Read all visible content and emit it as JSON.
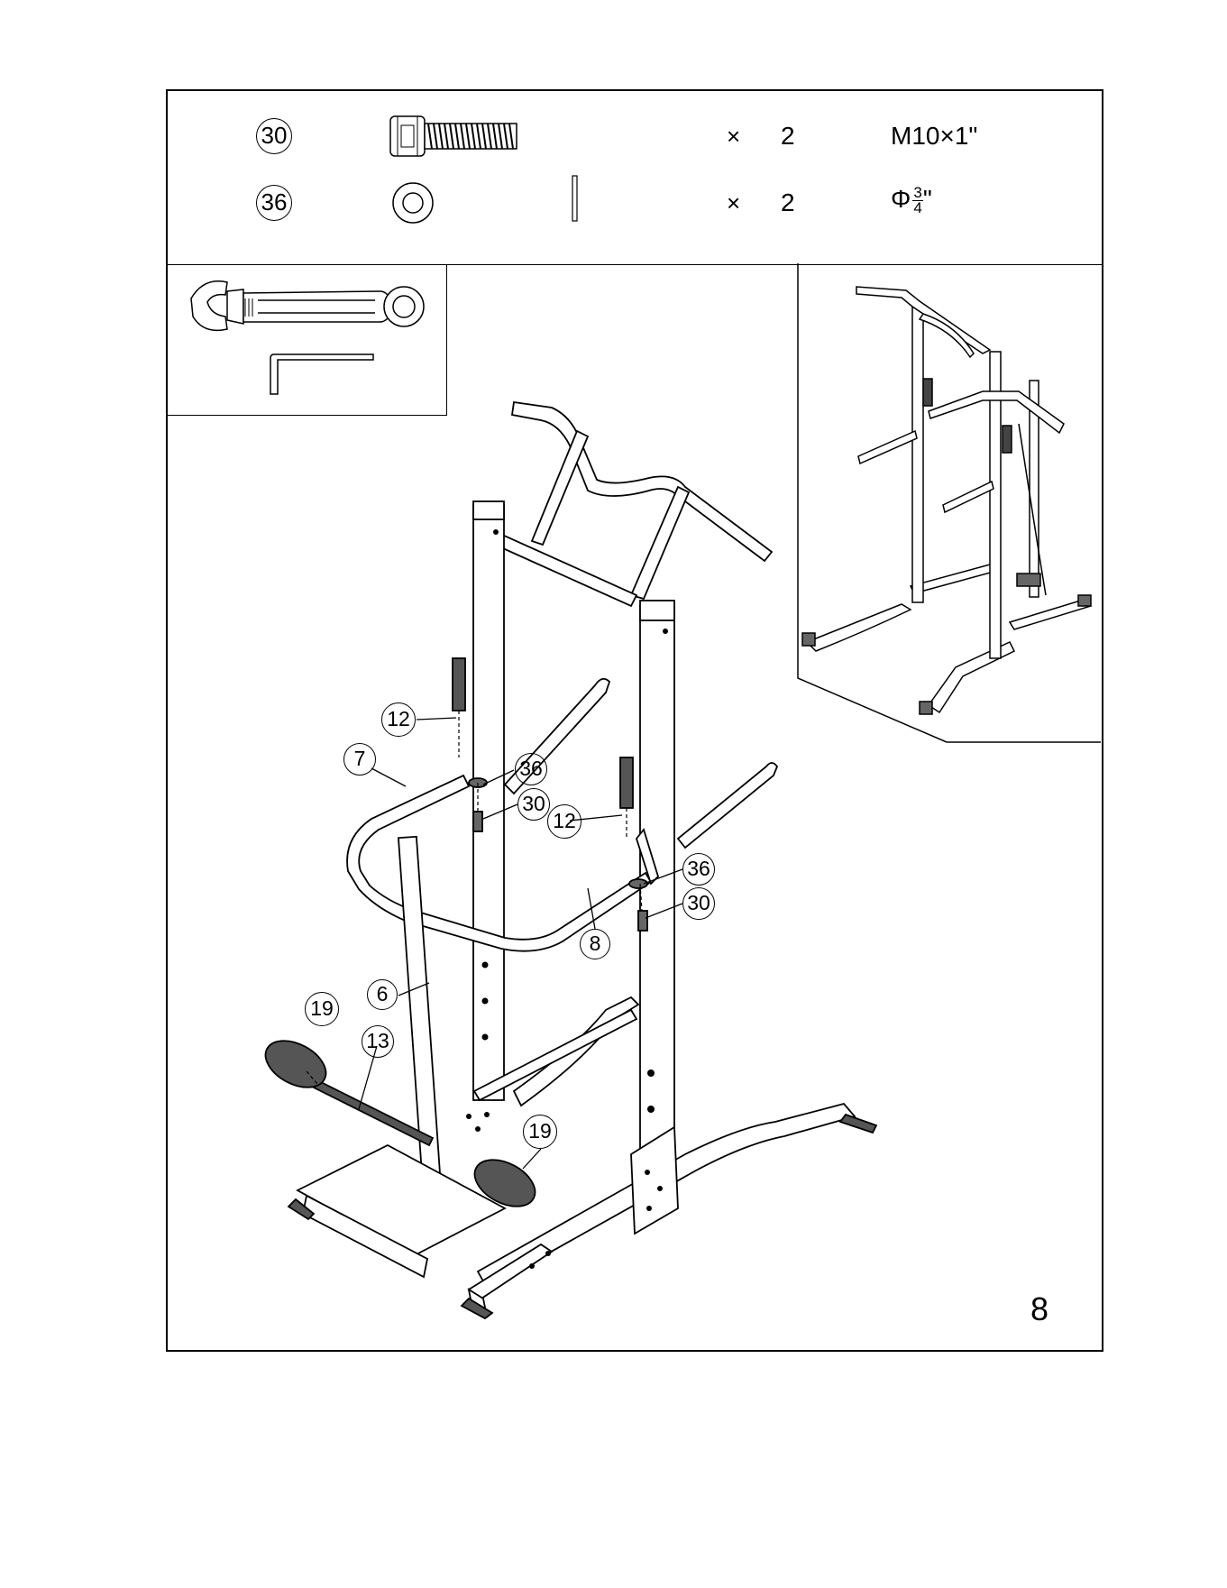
{
  "parts": [
    {
      "number": "30",
      "quantity_sign": "×",
      "quantity": "2",
      "spec": "M10×1\"",
      "icon": "bolt-icon"
    },
    {
      "number": "36",
      "quantity_sign": "×",
      "quantity": "2",
      "spec_prefix": "Φ",
      "spec_num": "3",
      "spec_den": "4",
      "spec_suffix": "\"",
      "icon": "washer-icon"
    }
  ],
  "tools": [
    "adjustable-wrench-icon",
    "allen-key-icon"
  ],
  "callouts": [
    "12",
    "7",
    "36",
    "30",
    "12",
    "36",
    "30",
    "8",
    "6",
    "19",
    "13",
    "19"
  ],
  "page_number": "8"
}
